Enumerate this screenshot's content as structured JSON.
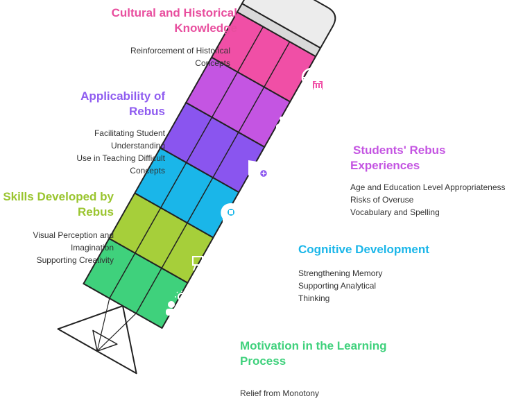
{
  "colors": {
    "pink": "#f04fa6",
    "magenta": "#c455e2",
    "purple": "#8a55ef",
    "blue": "#1ab6e9",
    "green_yellow": "#a6cf3a",
    "green": "#3fd17c",
    "eraser": "#ececec",
    "outline": "#222222"
  },
  "cultural": {
    "title_l1": "Cultural and Historical",
    "title_l2": "Knowledge",
    "d1": "Reinforcement of Historical",
    "d2": "Concepts"
  },
  "applicability": {
    "title_l1": "Applicability of",
    "title_l2": "Rebus",
    "d1": "Facilitating Student",
    "d2": "Understanding",
    "d3": "Use in Teaching Difficult",
    "d4": "Concepts"
  },
  "students": {
    "title_l1": "Students' Rebus",
    "title_l2": "Experiences",
    "d1": "Age and Education Level Appropriateness",
    "d2": "Risks of Overuse",
    "d3": "Vocabulary and Spelling"
  },
  "skills": {
    "title_l1": "Skills Developed by",
    "title_l2": "Rebus",
    "d1": "Visual Perception and",
    "d2": "Imagination",
    "d3": "Supporting Creativity"
  },
  "cognitive": {
    "title": "Cognitive Development",
    "d1": "Strengthening Memory",
    "d2": "Supporting Analytical",
    "d3": "Thinking"
  },
  "motivation": {
    "title_l1": "Motivation in the Learning",
    "title_l2": "Process",
    "d1": "Relief from Monotony"
  },
  "icons": [
    "globe-bank-icon",
    "presentation-icon",
    "book-search-icon",
    "head-puzzle-icon",
    "easel-icon",
    "idea-person-icon"
  ]
}
